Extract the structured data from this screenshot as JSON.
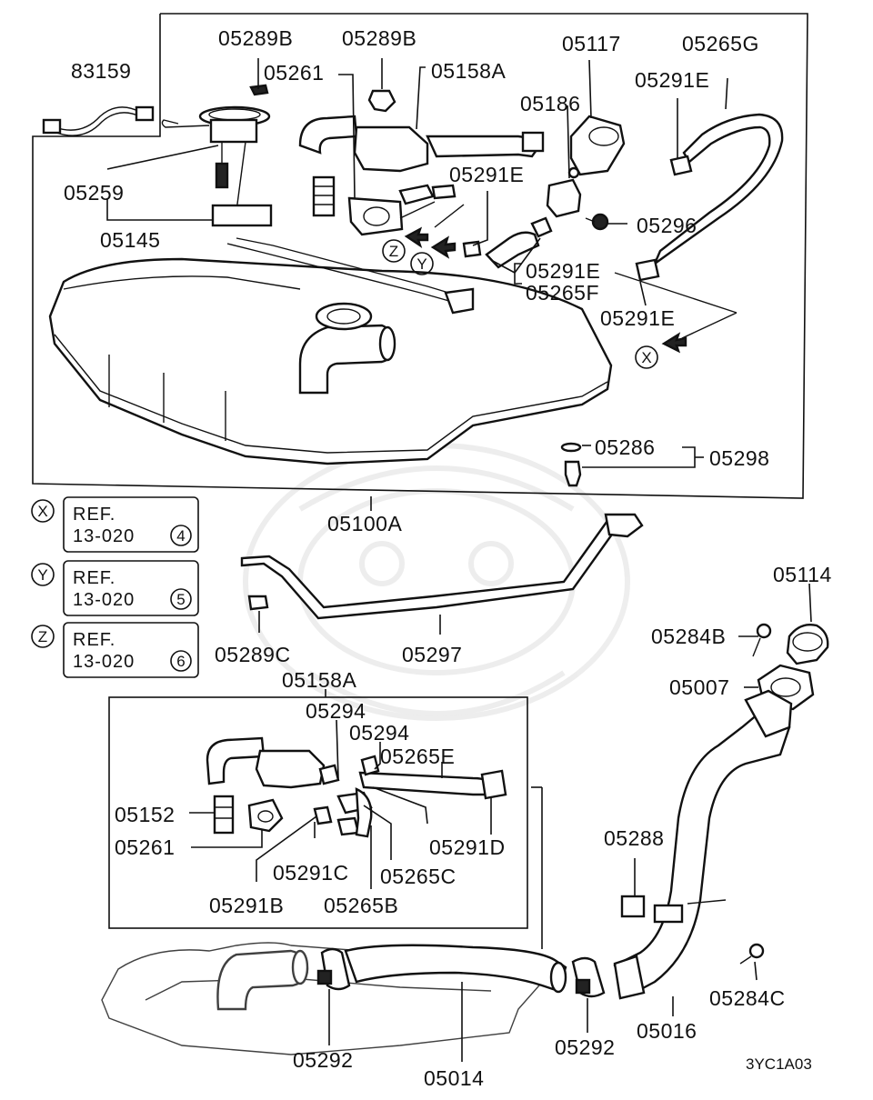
{
  "labels": {
    "p83159": "83159",
    "p05289B_a": "05289B",
    "p05289B_b": "05289B",
    "p05261_top": "05261",
    "p05158A_top": "05158A",
    "p05117": "05117",
    "p05265G": "05265G",
    "p05291E_1": "05291E",
    "p05186": "05186",
    "p05259": "05259",
    "p05291E_2": "05291E",
    "p05145": "05145",
    "p05296": "05296",
    "p05291E_3": "05291E",
    "p05265F": "05265F",
    "p05291E_4": "05291E",
    "p05286": "05286",
    "p05298": "05298",
    "p05100A": "05100A",
    "p05114": "05114",
    "p05289C": "05289C",
    "p05297": "05297",
    "p05284B": "05284B",
    "p05158A_bot": "05158A",
    "p05007": "05007",
    "p05294_a": "05294",
    "p05294_b": "05294",
    "p05265E": "05265E",
    "p05152": "05152",
    "p05261_bot": "05261",
    "p05291D": "05291D",
    "p05291C": "05291C",
    "p05265C": "05265C",
    "p05288": "05288",
    "p05291B": "05291B",
    "p05265B": "05265B",
    "p05284C": "05284C",
    "p05016": "05016",
    "p05292_a": "05292",
    "p05292_b": "05292",
    "p05014": "05014",
    "diagram_code": "3YC1A03"
  },
  "markers": {
    "x": "X",
    "y": "Y",
    "z": "Z"
  },
  "refs": [
    {
      "marker": "X",
      "line1": "REF.",
      "line2": "13-020",
      "num": "4"
    },
    {
      "marker": "Y",
      "line1": "REF.",
      "line2": "13-020",
      "num": "5"
    },
    {
      "marker": "Z",
      "line1": "REF.",
      "line2": "13-020",
      "num": "6"
    }
  ]
}
